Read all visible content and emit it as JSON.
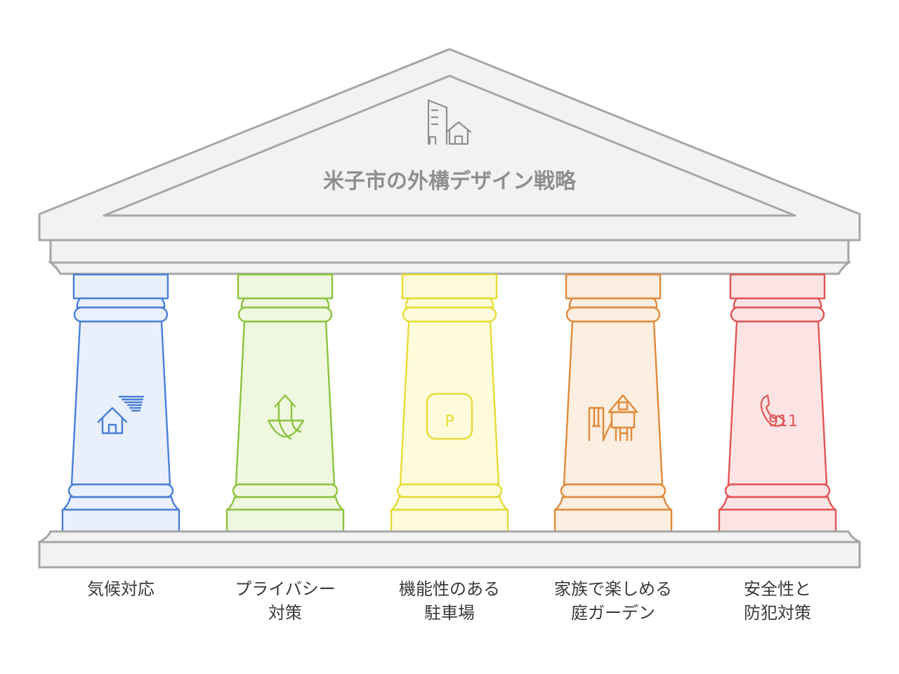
{
  "title": "米子市の外構デザイン戦略",
  "title_icon": "city-house-icon",
  "pillars": [
    {
      "id": "climate",
      "lines": [
        "気候対応"
      ],
      "icon": "house-wind-icon",
      "stroke": "#4a7fd6",
      "fill": "#e9f0fc"
    },
    {
      "id": "privacy",
      "lines": [
        "プライバシー",
        "対策"
      ],
      "icon": "house-garden-icon",
      "stroke": "#8cc43f",
      "fill": "#eff8df"
    },
    {
      "id": "parking",
      "lines": [
        "機能性のある",
        "駐車場"
      ],
      "icon": "parking-icon",
      "stroke": "#e6dc35",
      "fill": "#fdfbd9",
      "icon_text": "P"
    },
    {
      "id": "garden",
      "lines": [
        "家族で楽しめる",
        "庭ガーデン"
      ],
      "icon": "playground-icon",
      "stroke": "#e08a3a",
      "fill": "#fceee0"
    },
    {
      "id": "safety",
      "lines": [
        "安全性と",
        "防犯対策"
      ],
      "icon": "phone-911-icon",
      "stroke": "#e05555",
      "fill": "#fce4e4",
      "icon_text": "911"
    }
  ],
  "colors": {
    "temple_stroke": "#a6a6a6",
    "temple_fill": "#f2f2f2"
  }
}
